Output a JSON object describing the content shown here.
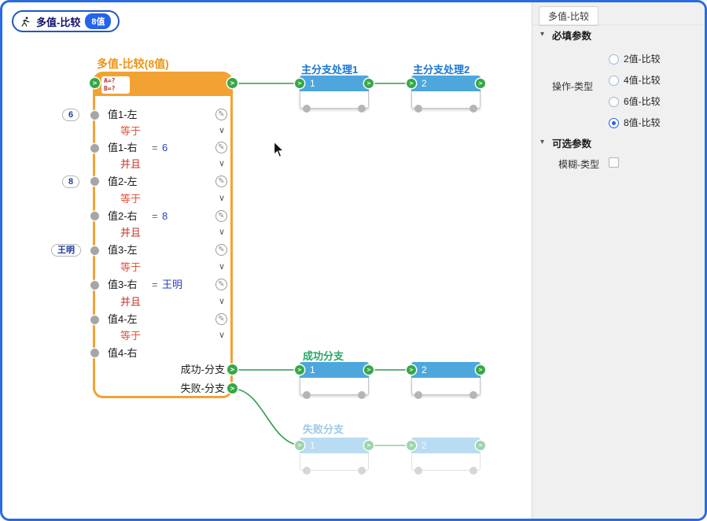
{
  "workflow_badge": {
    "icon": "runner-icon",
    "label": "多值-比较",
    "tag": "8值"
  },
  "main_node": {
    "title": "多值-比较(8值)",
    "compare_icon": {
      "line1": "A=?",
      "line2": "B=?"
    },
    "rows": [
      {
        "label": "值1-左"
      },
      {
        "label": "等于"
      },
      {
        "label": "值1-右",
        "eq": "=",
        "value": "6"
      },
      {
        "label": "并且"
      },
      {
        "label": "值2-左"
      },
      {
        "label": "等于"
      },
      {
        "label": "值2-右",
        "eq": "=",
        "value": "8"
      },
      {
        "label": "并且"
      },
      {
        "label": "值3-左"
      },
      {
        "label": "等于"
      },
      {
        "label": "值3-右",
        "eq": "=",
        "value": "王明"
      },
      {
        "label": "并且"
      },
      {
        "label": "值4-左"
      },
      {
        "label": "等于"
      },
      {
        "label": "值4-右"
      }
    ],
    "input_badges": [
      {
        "value": "6"
      },
      {
        "value": "8"
      },
      {
        "value": "王明"
      }
    ],
    "branches": [
      {
        "label": "成功-分支"
      },
      {
        "label": "失败-分支"
      }
    ]
  },
  "flow_nodes": {
    "main1": {
      "title": "主分支处理1",
      "num": "1"
    },
    "main2": {
      "title": "主分支处理2",
      "num": "2"
    },
    "success1": {
      "title": "成功分支",
      "num": "1"
    },
    "success2": {
      "num": "2"
    },
    "fail1": {
      "title": "失败分支",
      "num": "1"
    },
    "fail2": {
      "num": "2"
    }
  },
  "panel": {
    "tab": "多值-比较",
    "required": {
      "title": "必填参数",
      "param": "操作-类型",
      "options": [
        {
          "label": "2值-比较",
          "selected": false
        },
        {
          "label": "4值-比较",
          "selected": false
        },
        {
          "label": "6值-比较",
          "selected": false
        },
        {
          "label": "8值-比较",
          "selected": true
        }
      ]
    },
    "optional": {
      "title": "可选参数",
      "param": "模糊-类型",
      "checked": false
    }
  },
  "colors": {
    "frame_blue": "#2a6bdf",
    "node_orange": "#f2a233",
    "port_green": "#35a845",
    "wire_green": "#2f9e4f",
    "mini_header_blue": "#4da7dd",
    "value_blue": "#2743c6",
    "operator_red": "#d9442f",
    "success_label_green": "#27a567",
    "fail_label_blue": "#9ccae9"
  }
}
